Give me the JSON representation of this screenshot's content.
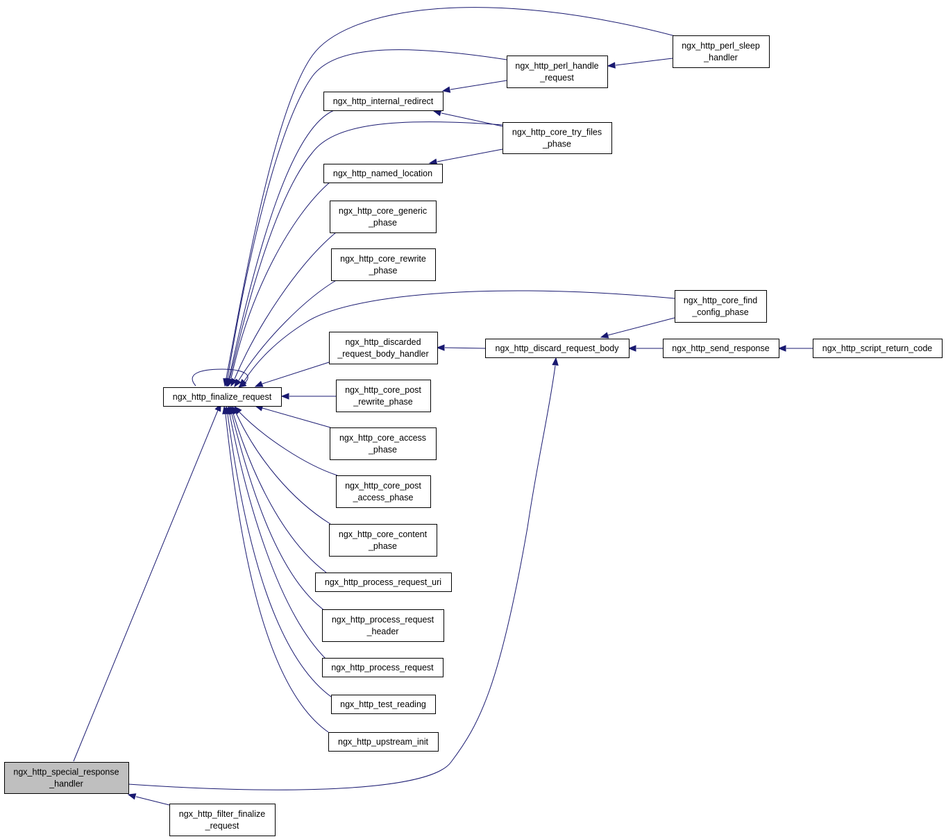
{
  "colors": {
    "edge": "#191970",
    "node_fill": "#ffffff",
    "highlight_fill": "#bfbfbf",
    "border": "#000000"
  },
  "nodes": [
    {
      "id": "special",
      "lines": [
        "ngx_http_special_response",
        "_handler"
      ],
      "highlight": true
    },
    {
      "id": "filter_finalize",
      "lines": [
        "ngx_http_filter_finalize",
        "_request"
      ]
    },
    {
      "id": "finalize",
      "lines": [
        "ngx_http_finalize_request"
      ]
    },
    {
      "id": "internal_redirect",
      "lines": [
        "ngx_http_internal_redirect"
      ]
    },
    {
      "id": "named_location",
      "lines": [
        "ngx_http_named_location"
      ]
    },
    {
      "id": "core_generic",
      "lines": [
        "ngx_http_core_generic",
        "_phase"
      ]
    },
    {
      "id": "core_rewrite",
      "lines": [
        "ngx_http_core_rewrite",
        "_phase"
      ]
    },
    {
      "id": "discarded_handler",
      "lines": [
        "ngx_http_discarded",
        "_request_body_handler"
      ]
    },
    {
      "id": "core_post_rewrite",
      "lines": [
        "ngx_http_core_post",
        "_rewrite_phase"
      ]
    },
    {
      "id": "core_access",
      "lines": [
        "ngx_http_core_access",
        "_phase"
      ]
    },
    {
      "id": "core_post_access",
      "lines": [
        "ngx_http_core_post",
        "_access_phase"
      ]
    },
    {
      "id": "core_content",
      "lines": [
        "ngx_http_core_content",
        "_phase"
      ]
    },
    {
      "id": "process_uri",
      "lines": [
        "ngx_http_process_request_uri"
      ]
    },
    {
      "id": "process_header",
      "lines": [
        "ngx_http_process_request",
        "_header"
      ]
    },
    {
      "id": "process_request",
      "lines": [
        "ngx_http_process_request"
      ]
    },
    {
      "id": "test_reading",
      "lines": [
        "ngx_http_test_reading"
      ]
    },
    {
      "id": "upstream_init",
      "lines": [
        "ngx_http_upstream_init"
      ]
    },
    {
      "id": "perl_handle",
      "lines": [
        "ngx_http_perl_handle",
        "_request"
      ]
    },
    {
      "id": "core_try_files",
      "lines": [
        "ngx_http_core_try_files",
        "_phase"
      ]
    },
    {
      "id": "discard_body",
      "lines": [
        "ngx_http_discard_request_body"
      ]
    },
    {
      "id": "perl_sleep",
      "lines": [
        "ngx_http_perl_sleep",
        "_handler"
      ]
    },
    {
      "id": "core_find_config",
      "lines": [
        "ngx_http_core_find",
        "_config_phase"
      ]
    },
    {
      "id": "send_response",
      "lines": [
        "ngx_http_send_response"
      ]
    },
    {
      "id": "script_return",
      "lines": [
        "ngx_http_script_return_code"
      ]
    }
  ],
  "edges": [
    {
      "from": "filter_finalize",
      "to": "special"
    },
    {
      "from": "special",
      "to": "finalize"
    },
    {
      "from": "special",
      "to": "discard_body"
    },
    {
      "from": "finalize",
      "to": "finalize"
    },
    {
      "from": "internal_redirect",
      "to": "finalize"
    },
    {
      "from": "named_location",
      "to": "finalize"
    },
    {
      "from": "core_generic",
      "to": "finalize"
    },
    {
      "from": "core_rewrite",
      "to": "finalize"
    },
    {
      "from": "discarded_handler",
      "to": "finalize"
    },
    {
      "from": "core_post_rewrite",
      "to": "finalize"
    },
    {
      "from": "core_access",
      "to": "finalize"
    },
    {
      "from": "core_post_access",
      "to": "finalize"
    },
    {
      "from": "core_content",
      "to": "finalize"
    },
    {
      "from": "process_uri",
      "to": "finalize"
    },
    {
      "from": "process_header",
      "to": "finalize"
    },
    {
      "from": "process_request",
      "to": "finalize"
    },
    {
      "from": "test_reading",
      "to": "finalize"
    },
    {
      "from": "upstream_init",
      "to": "finalize"
    },
    {
      "from": "perl_sleep",
      "to": "finalize"
    },
    {
      "from": "perl_handle",
      "to": "finalize"
    },
    {
      "from": "core_try_files",
      "to": "finalize"
    },
    {
      "from": "core_find_config",
      "to": "finalize"
    },
    {
      "from": "perl_handle",
      "to": "internal_redirect"
    },
    {
      "from": "core_try_files",
      "to": "internal_redirect"
    },
    {
      "from": "core_try_files",
      "to": "named_location"
    },
    {
      "from": "perl_sleep",
      "to": "perl_handle"
    },
    {
      "from": "discard_body",
      "to": "discarded_handler"
    },
    {
      "from": "core_find_config",
      "to": "discard_body"
    },
    {
      "from": "send_response",
      "to": "discard_body"
    },
    {
      "from": "script_return",
      "to": "send_response"
    }
  ]
}
